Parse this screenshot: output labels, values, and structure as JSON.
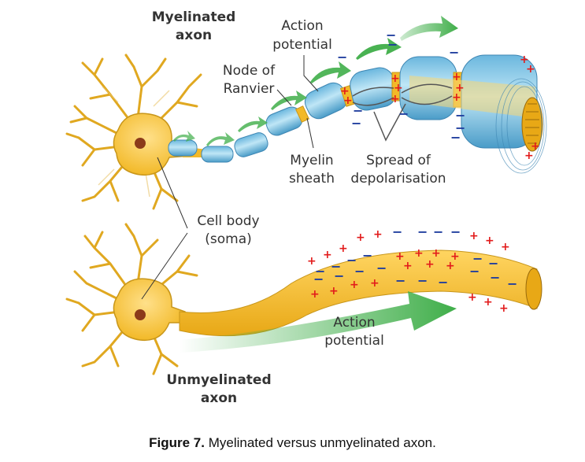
{
  "labels": {
    "myelinated_axon_line1": "Myelinated",
    "myelinated_axon_line2": "axon",
    "action_potential_top_line1": "Action",
    "action_potential_top_line2": "potential",
    "node_of_ranvier_line1": "Node of",
    "node_of_ranvier_line2": "Ranvier",
    "myelin_sheath_line1": "Myelin",
    "myelin_sheath_line2": "sheath",
    "spread_line1": "Spread of",
    "spread_line2": "depolarisation",
    "cell_body_line1": "Cell body",
    "cell_body_line2": "(soma)",
    "action_potential_bottom_line1": "Action",
    "action_potential_bottom_line2": "potential",
    "unmyelinated_axon_line1": "Unmyelinated",
    "unmyelinated_axon_line2": "axon"
  },
  "charges": {
    "positive": "+",
    "negative": "−"
  },
  "caption": {
    "figure_number": "Figure 7.",
    "text": "Myelinated versus unmyelinated axon."
  },
  "colors": {
    "neuron": "#f2b928",
    "neuron_outline": "#b8860b",
    "nucleus": "#8b3a1a",
    "myelin": "#9fd4ec",
    "myelin_dark": "#4a9cc8",
    "arrow_green": "#3fae49",
    "plus": "#e21b1b",
    "minus": "#1f3d9e"
  }
}
